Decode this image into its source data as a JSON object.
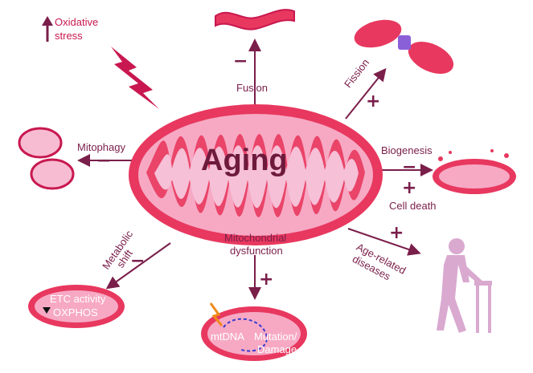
{
  "center_label": "Aging",
  "colors": {
    "membrane": "#e8385f",
    "matrix": "#f7a9c4",
    "cristae": "#f6c0d7",
    "text": "#7a1e4a",
    "stress": "#c8184f",
    "person": "#d9a9d0"
  },
  "labels": {
    "oxidative": "Oxidative",
    "stress": "stress",
    "fusion": "Fusion",
    "fission": "Fission",
    "mitophagy": "Mitophagy",
    "biogenesis": "Biogenesis",
    "cell_death": "Cell death",
    "metabolic": "Metabolic",
    "shift": "shift",
    "mito_dys_1": "Mitochondrial",
    "mito_dys_2": "dysfunction",
    "age_related": "Age-related",
    "diseases": "diseases",
    "etc_activity": "ETC activity",
    "oxphos": "OXPHOS",
    "mtdna": "mtDNA",
    "mutation": "Mutation/",
    "damage": "Damage"
  },
  "signs": {
    "fusion": "−",
    "fission": "+",
    "mitophagy": "−",
    "biogenesis": "−",
    "cell_death": "+",
    "metabolic": "−",
    "mito_dys": "+",
    "age_related": "+"
  },
  "icons": [
    "up-arrow-icon",
    "lightning-bolt-icon",
    "down-triangle-icon",
    "elderly-walker-icon"
  ]
}
